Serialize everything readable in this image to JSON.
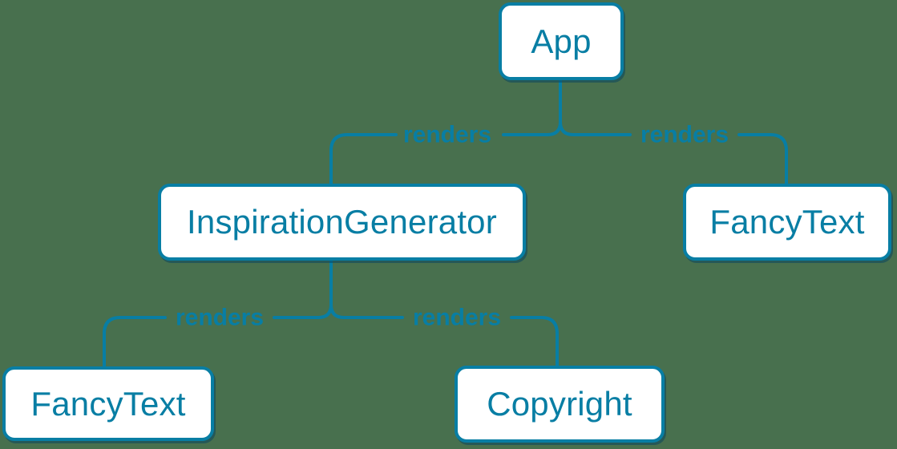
{
  "diagram": {
    "type": "component-render-tree",
    "colors": {
      "background": "#48704e",
      "accent": "#087ea4",
      "node_fill": "#ffffff"
    },
    "nodes": [
      {
        "id": "app",
        "label": "App"
      },
      {
        "id": "inspiration-generator",
        "label": "InspirationGenerator"
      },
      {
        "id": "fancy-text-top",
        "label": "FancyText"
      },
      {
        "id": "fancy-text-bottom",
        "label": "FancyText"
      },
      {
        "id": "copyright",
        "label": "Copyright"
      }
    ],
    "edges": [
      {
        "from": "App",
        "to": "InspirationGenerator",
        "label": "renders"
      },
      {
        "from": "App",
        "to": "FancyText",
        "label": "renders"
      },
      {
        "from": "InspirationGenerator",
        "to": "FancyText",
        "label": "renders"
      },
      {
        "from": "InspirationGenerator",
        "to": "Copyright",
        "label": "renders"
      }
    ]
  }
}
